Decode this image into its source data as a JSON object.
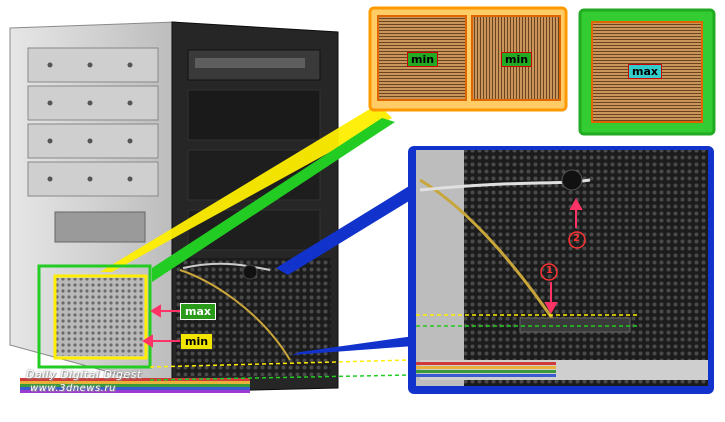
{
  "labels": {
    "max": "max",
    "min": "min"
  },
  "inset_tags": {
    "mesh_1": "min",
    "mesh_2": "min",
    "mesh_3": "max"
  },
  "callouts": {
    "one": "1",
    "two": "2"
  },
  "watermark": {
    "line1": "Daily Digital Digest",
    "line2": "www.3dnews.ru"
  },
  "colors": {
    "green_frame": "#22cc22",
    "orange_frame": "#ff9900",
    "yellow_frame": "#ffee00",
    "blue_frame": "#1133cc",
    "red_arrow": "#ff3366"
  }
}
